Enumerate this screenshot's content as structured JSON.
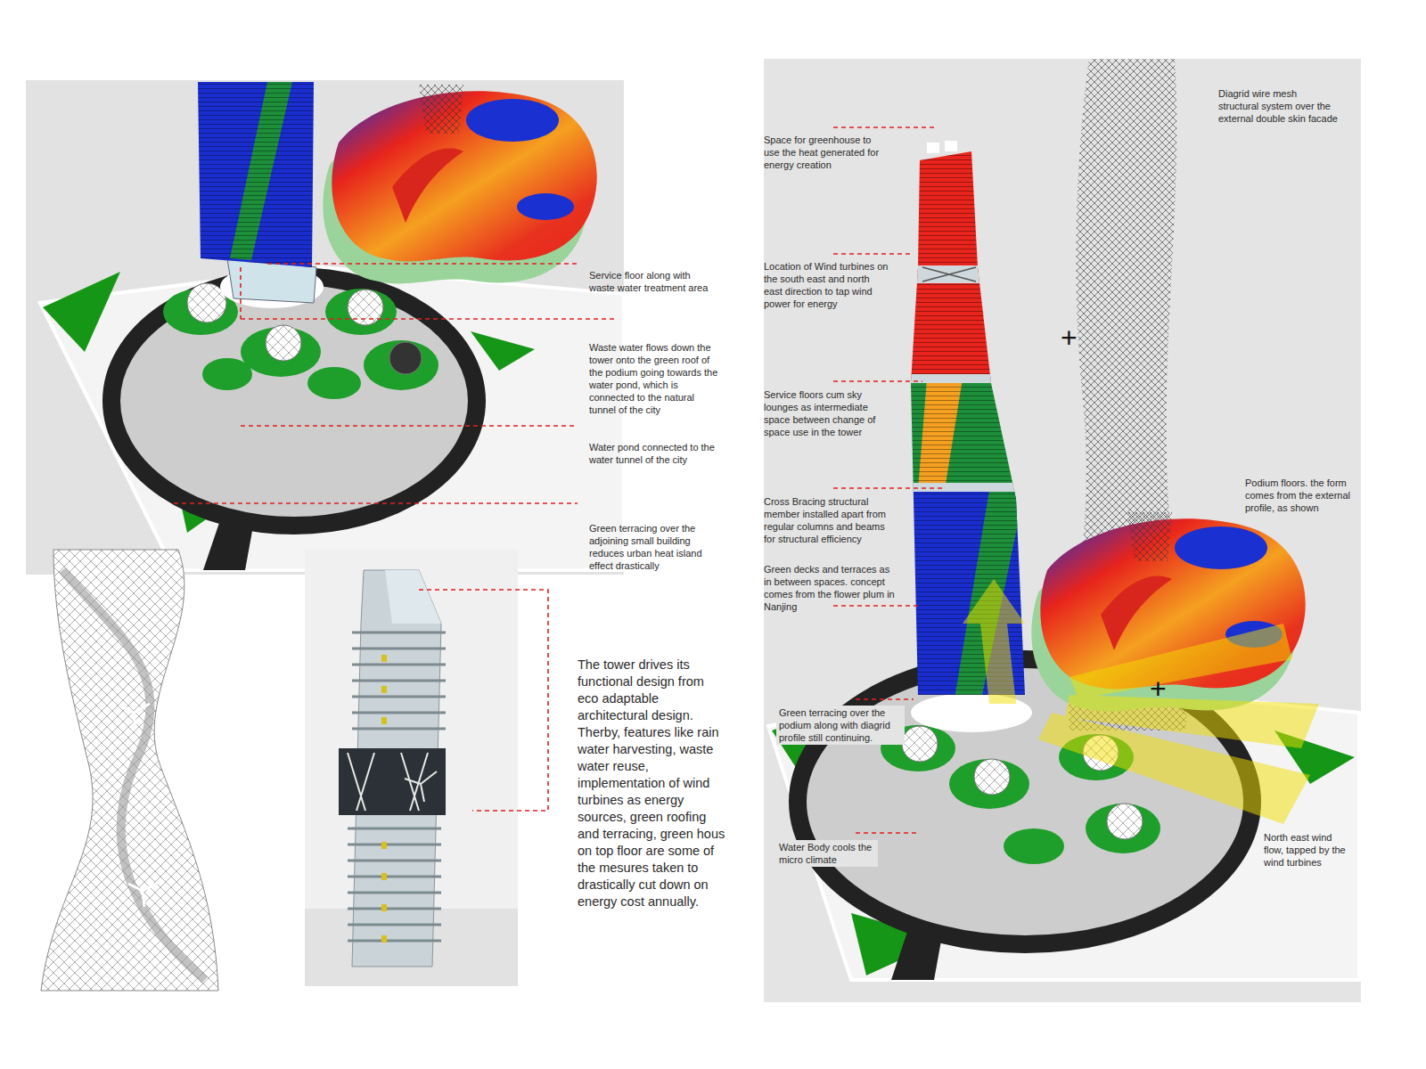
{
  "diagram": {
    "labels": [
      "Service floor along with waste water treatment area",
      "Waste water flows down the tower onto the green roof of the podium going towards the water pond, which is connected to the natural tunnel of the city",
      "Water pond connected to the water tunnel of the city",
      "Green terracing over the adjoining small building reduces urban heat island effect drastically",
      "The tower drives its functional design from eco adaptable architectural design. Therby, features like rain water harvesting, waste water reuse, implementation of wind turbines as energy sources, green roofing and terracing, green hous on top floor are some of the mesures taken to drastically cut down on energy cost annually.",
      "Space for greenhouse to use the heat generated for energy creation",
      "Location of Wind turbines on the south east and north east direction to tap wind power for energy",
      "Service floors cum sky lounges as intermediate space between change of space use in the tower",
      "Cross Bracing structural member installed apart from regular columns and beams for structural efficiency",
      "Green decks and terraces as in between spaces. concept comes from the flower plum in Nanjing",
      "Green terracing over the podium along with diagrid profile still continuing.",
      "Water Body cools the micro climate",
      "Diagrid wire mesh structural system over the external double skin facade",
      "Podium floors. the form comes from the external profile, as shown",
      "North east wind flow, tapped by the wind turbines",
      "+",
      "+"
    ]
  }
}
